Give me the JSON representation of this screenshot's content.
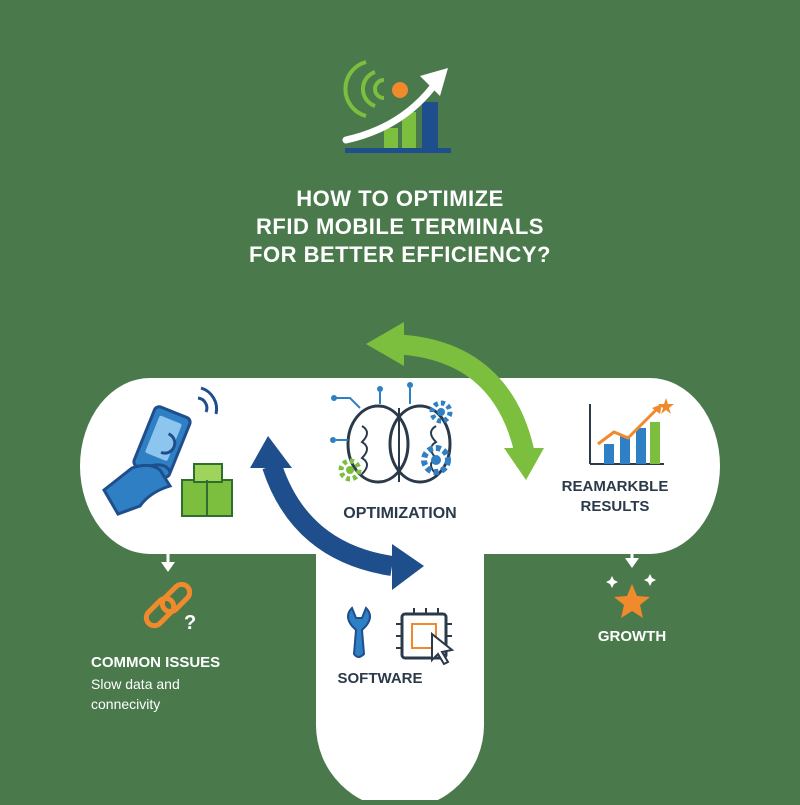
{
  "title": {
    "line1": "HOW TO OPTIMIZE",
    "line2": "RFID MOBILE TERMINALS",
    "line3": "FOR BETTER EFFICIENCY?"
  },
  "nodes": {
    "optimization": "OPTIMIZATION",
    "results_line1": "REAMARKBLE",
    "results_line2": "RESULTS",
    "software": "SOFTWARE",
    "growth": "GROWTH",
    "issues_title": "COMMON ISSUES",
    "issues_line1": "Slow data and",
    "issues_line2": "connecivity"
  },
  "colors": {
    "background": "#4a7a4c",
    "panel": "#ffffff",
    "navy": "#1f4e8c",
    "blue": "#2f7fc4",
    "lime": "#7cbf3e",
    "orange": "#f08a2c",
    "ink": "#2b3a4a"
  },
  "icons": [
    "growth-logo-icon",
    "rfid-scanner-icon",
    "package-boxes-icon",
    "brain-circuit-icon",
    "gear-icon",
    "rising-bar-chart-icon",
    "broken-link-icon",
    "question-mark-icon",
    "star-icon",
    "wrench-icon",
    "chip-cursor-icon"
  ]
}
